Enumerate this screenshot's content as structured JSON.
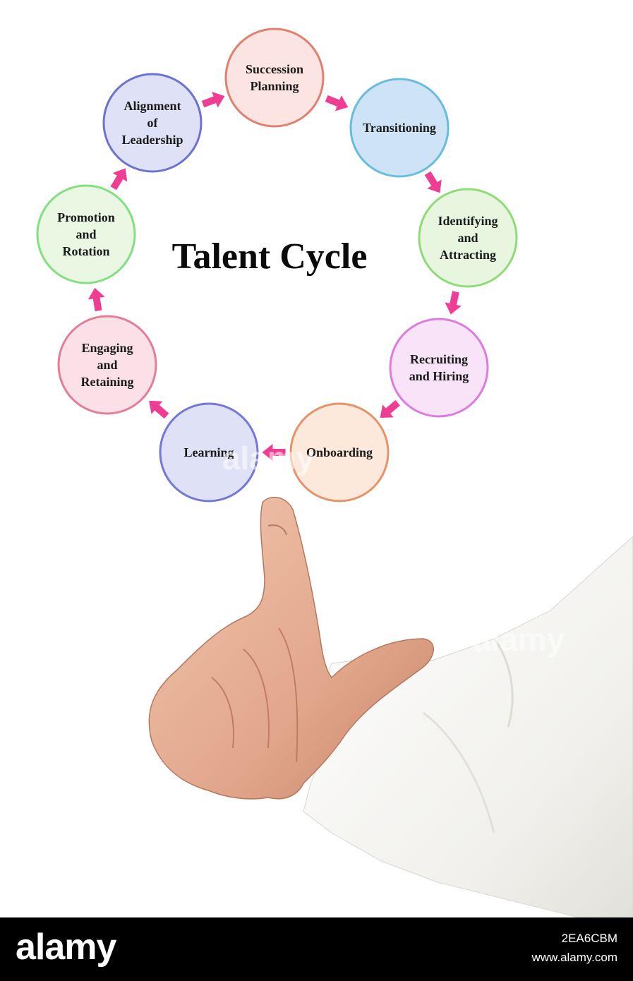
{
  "title": "Talent Cycle",
  "stages": [
    {
      "lines": [
        "Succession",
        "Planning"
      ],
      "fill": "#fbe4e1",
      "stroke": "#e0806e"
    },
    {
      "lines": [
        "Transitioning"
      ],
      "fill": "#cfe3f6",
      "stroke": "#67bde0"
    },
    {
      "lines": [
        "Identifying",
        "and",
        "Attracting"
      ],
      "fill": "#e9f6df",
      "stroke": "#8edc77"
    },
    {
      "lines": [
        "Recruiting",
        "and Hiring"
      ],
      "fill": "#f9e3f8",
      "stroke": "#de7be0"
    },
    {
      "lines": [
        "Onboarding"
      ],
      "fill": "#fce9dc",
      "stroke": "#e6936a"
    },
    {
      "lines": [
        "Learning"
      ],
      "fill": "#dfe1f7",
      "stroke": "#7378d6"
    },
    {
      "lines": [
        "Engaging",
        "and",
        "Retaining"
      ],
      "fill": "#fbe1e7",
      "stroke": "#e27f97"
    },
    {
      "lines": [
        "Promotion",
        "and",
        "Rotation"
      ],
      "fill": "#e9f7e3",
      "stroke": "#82e07f"
    },
    {
      "lines": [
        "Alignment",
        "of",
        "Leadership"
      ],
      "fill": "#dfe1f6",
      "stroke": "#6c72d2"
    }
  ],
  "colors": {
    "arrow": "#ee3e93",
    "skin": "#e7b59d",
    "sleeve": "#f6f5f2"
  },
  "watermarks": [
    "alamy",
    "alamy"
  ],
  "footer": {
    "logo": "alamy",
    "image_id": "2EA6CBM",
    "site": "www.alamy.com"
  }
}
